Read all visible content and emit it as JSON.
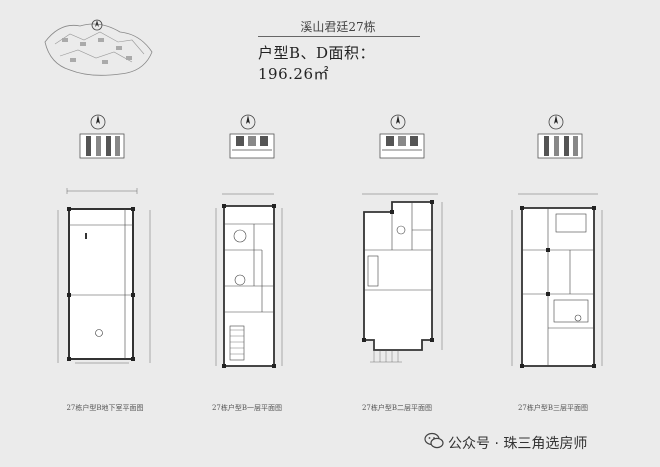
{
  "header": {
    "title": "溪山君廷27栋",
    "subtitle": "户型B、D面积：196.26㎡"
  },
  "plans": [
    {
      "caption": "27栋户型B地下室平面图"
    },
    {
      "caption": "27栋户型B一层平面图"
    },
    {
      "caption": "27栋户型B二层平面图"
    },
    {
      "caption": "27栋户型B三层平面图"
    }
  ],
  "watermark": {
    "text": "公众号 · 珠三角选房师"
  },
  "icons": [
    "north-compass-icon",
    "key-plan-icon",
    "wechat-logo-icon"
  ]
}
